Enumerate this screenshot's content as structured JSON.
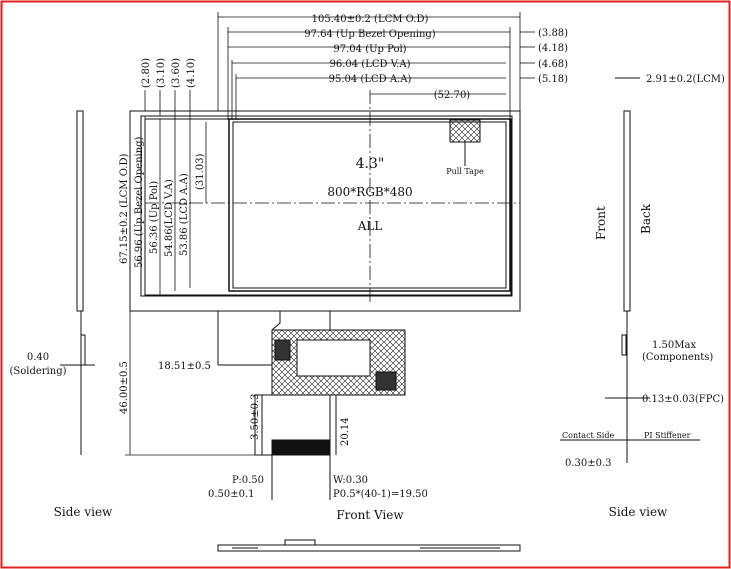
{
  "border_color": "#e02020",
  "dims_top": {
    "lcm_od": "105.40±0.2 (LCM O.D)",
    "up_bezel": "97.64 (Up Bezel Opening)",
    "up_pol": "97.04 (Up Pol)",
    "lcd_va": "96.04 (LCD V.A)",
    "lcd_aa": "95.04 (LCD A.A)",
    "offset_3_88": "(3.88)",
    "offset_4_18": "(4.18)",
    "offset_4_68": "(4.68)",
    "offset_5_18": "(5.18)",
    "center_52_70": "(52.70)"
  },
  "dims_left_top": {
    "v2_80": "(2.80)",
    "v3_10": "(3.10)",
    "v3_60": "(3.60)",
    "v4_10": "(4.10)"
  },
  "dims_vertical": {
    "lcm_od": "67.15±0.2 (LCM O.D)",
    "up_bezel": "56.96 (Up Bezel Opening)",
    "up_pol": "56.36 (Up Pol)",
    "lcd_va": "54.86(LCD V.A)",
    "lcd_aa": "53.86 (LCD A.A)",
    "center_31_03": "(31.03)",
    "fpc_len": "46.00±0.5",
    "stiff_350": "3.50±0.3",
    "fpc_2014": "20.14"
  },
  "center_text": {
    "size": "4.3\"",
    "resolution": "800*RGB*480",
    "all": "ALL",
    "pull_tape": "Pull Tape"
  },
  "dims_fpc": {
    "offset_1851": "18.51±0.5",
    "pitch": "P:0.50",
    "width": "W:0.30",
    "margin": "0.50±0.1",
    "pins": "P0.5*(40-1)=19.50"
  },
  "side_left": {
    "soldering_val": "0.40",
    "soldering_lbl": "(Soldering)"
  },
  "side_right": {
    "lcm_thick": "2.91±0.2(LCM)",
    "front": "Front",
    "back": "Back",
    "comp_max": "1.50Max",
    "comp_lbl": "(Components)",
    "fpc_thick": "0.13±0.03(FPC)",
    "contact_side": "Contact Side",
    "pi_stiff": "PI Stiffener",
    "stiff_thick": "0.30±0.3"
  },
  "views": {
    "side_left": "Side view",
    "front": "Front View",
    "side_right": "Side view"
  }
}
